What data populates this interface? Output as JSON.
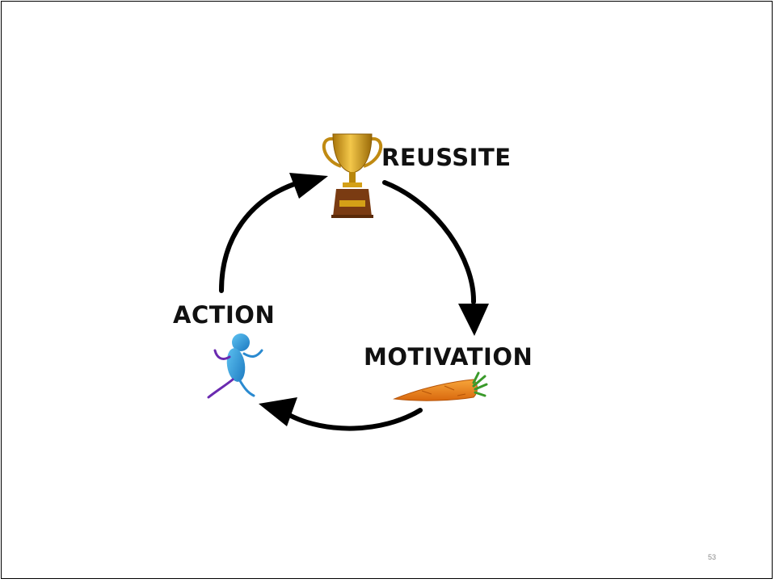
{
  "slide": {
    "page_number": "53"
  },
  "cycle": {
    "stages": [
      {
        "label": "REUSSITE",
        "icon": "trophy-icon"
      },
      {
        "label": "MOTIVATION",
        "icon": "carrot-icon"
      },
      {
        "label": "ACTION",
        "icon": "runner-icon"
      }
    ],
    "flow": [
      "REUSSITE → MOTIVATION",
      "MOTIVATION → ACTION",
      "ACTION → REUSSITE"
    ],
    "colors": {
      "arrows": "#000000",
      "trophy_gold": "#d4a017",
      "trophy_base": "#7a3b12",
      "carrot_orange": "#f08a1c",
      "carrot_leaves": "#3a9a2a",
      "runner_blue": "#2a9ad8"
    }
  }
}
